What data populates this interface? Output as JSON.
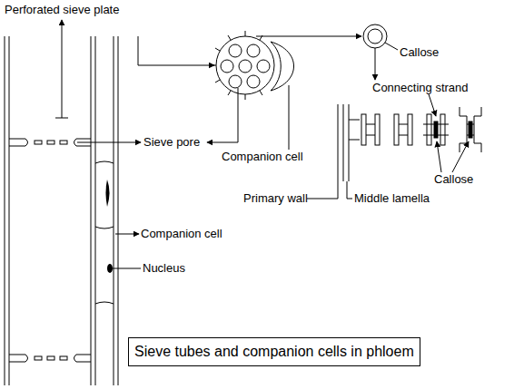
{
  "diagram": {
    "caption": "Sieve tubes and companion cells in phloem",
    "labels": [
      "Perforated sieve plate",
      "Callose",
      "Connecting strand",
      "Sieve pore",
      "Companion cell",
      "Callose",
      "Primary wall",
      "Middle lamella",
      "Companion cell",
      "Nucleus"
    ]
  }
}
